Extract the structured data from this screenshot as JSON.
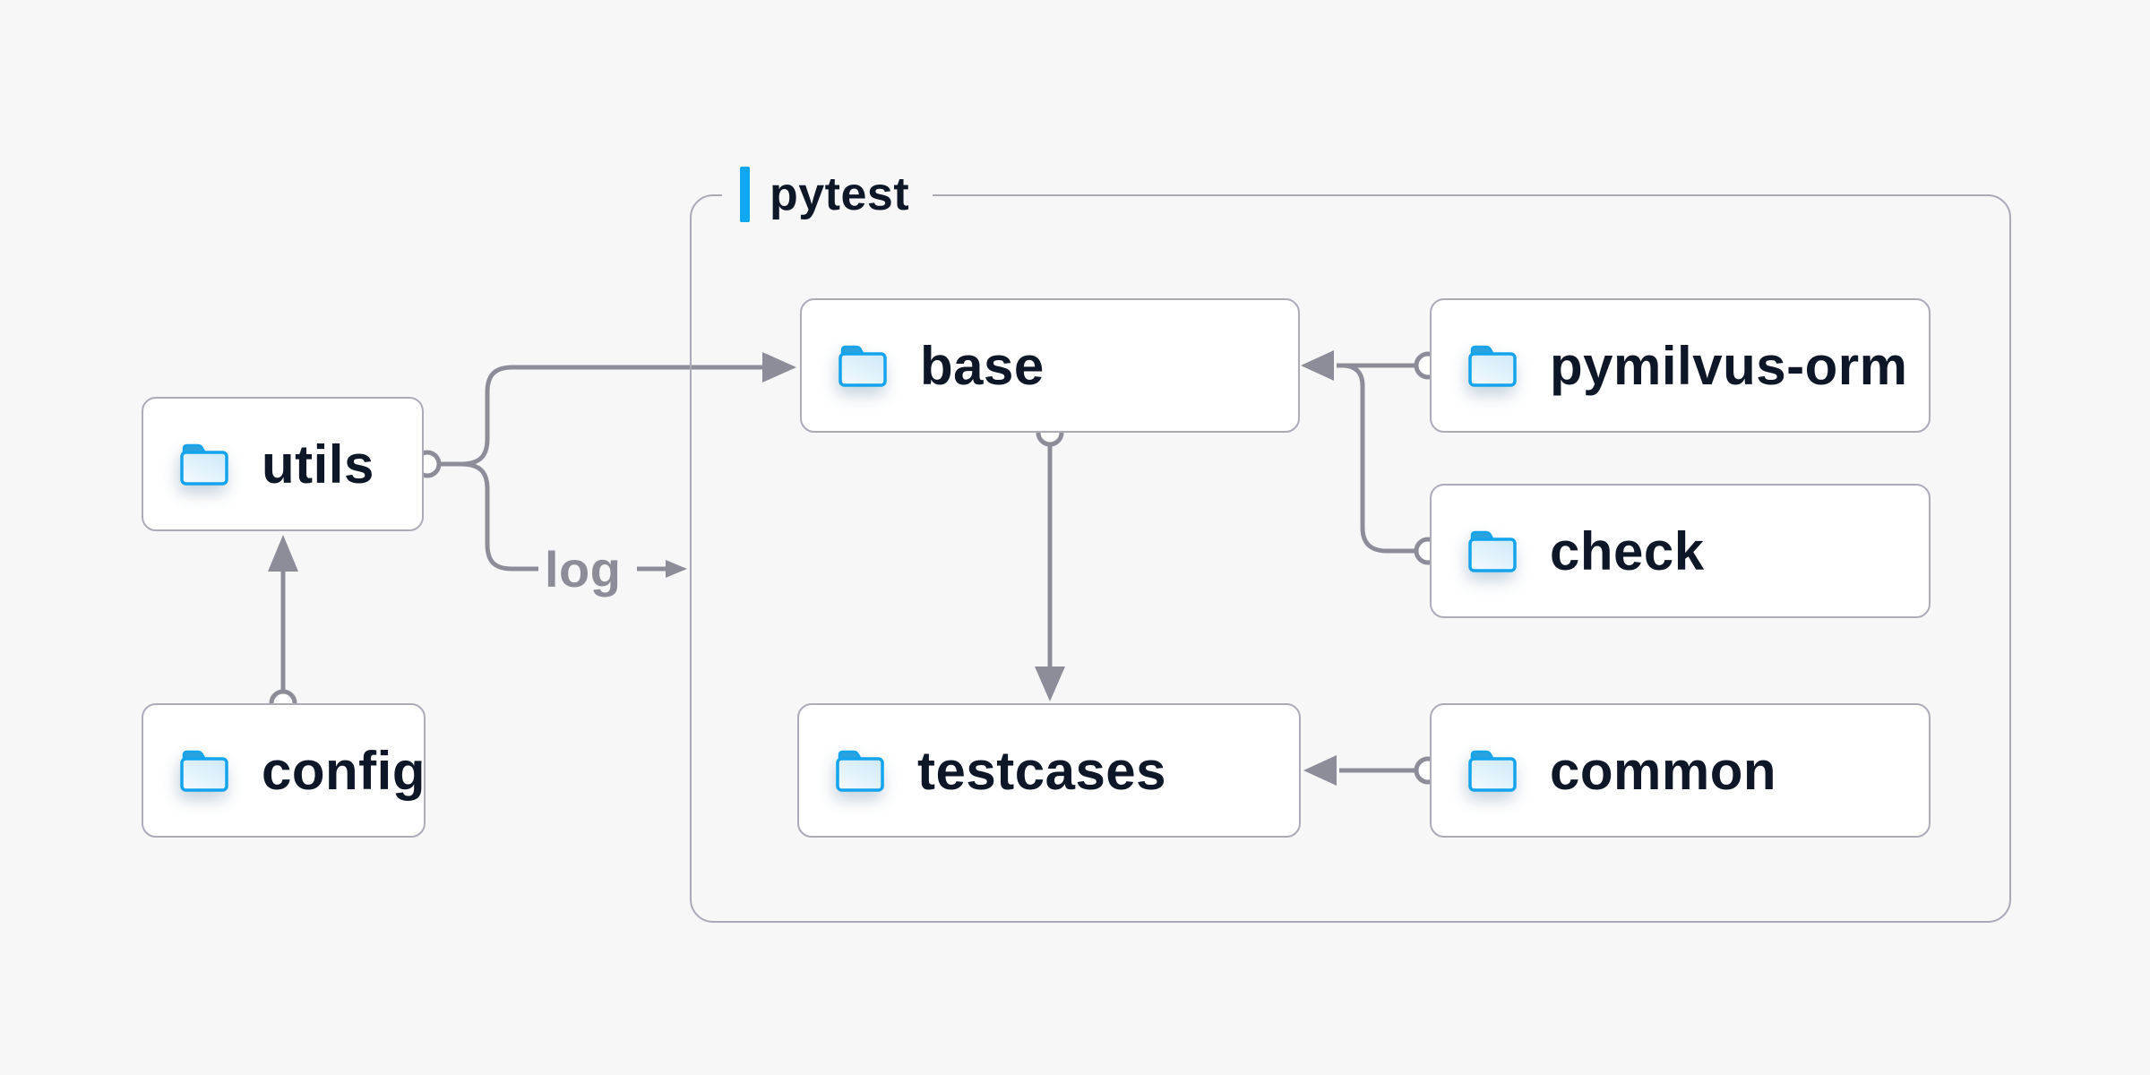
{
  "container": {
    "label": "pytest"
  },
  "nodes": [
    {
      "id": "utils",
      "label": "utils",
      "icon": "folder-icon",
      "inside_container": false
    },
    {
      "id": "config",
      "label": "config",
      "icon": "folder-icon",
      "inside_container": false
    },
    {
      "id": "base",
      "label": "base",
      "icon": "folder-icon",
      "inside_container": true
    },
    {
      "id": "pymilvus-orm",
      "label": "pymilvus-orm",
      "icon": "folder-icon",
      "inside_container": true
    },
    {
      "id": "check",
      "label": "check",
      "icon": "folder-icon",
      "inside_container": true
    },
    {
      "id": "testcases",
      "label": "testcases",
      "icon": "folder-icon",
      "inside_container": true
    },
    {
      "id": "common",
      "label": "common",
      "icon": "folder-icon",
      "inside_container": true
    }
  ],
  "edges": {
    "log_label": "log",
    "relations": [
      {
        "from": "config",
        "to": "utils"
      },
      {
        "from": "utils",
        "to": "base"
      },
      {
        "from": "utils",
        "to": "pytest",
        "label": "log"
      },
      {
        "from": "pymilvus-orm",
        "to": "base"
      },
      {
        "from": "check",
        "to": "base"
      },
      {
        "from": "base",
        "to": "testcases"
      },
      {
        "from": "common",
        "to": "testcases"
      }
    ]
  },
  "colors": {
    "background": "#f7f7f8",
    "card_background": "#ffffff",
    "card_border": "#abacb8",
    "container_border": "#a9aab6",
    "wire_gray": "#8c8d99",
    "accent_blue": "#10a9f1",
    "folder_blue": "#14a4ee",
    "text_dark": "#0d1727",
    "text_gray": "#8c8d99"
  }
}
